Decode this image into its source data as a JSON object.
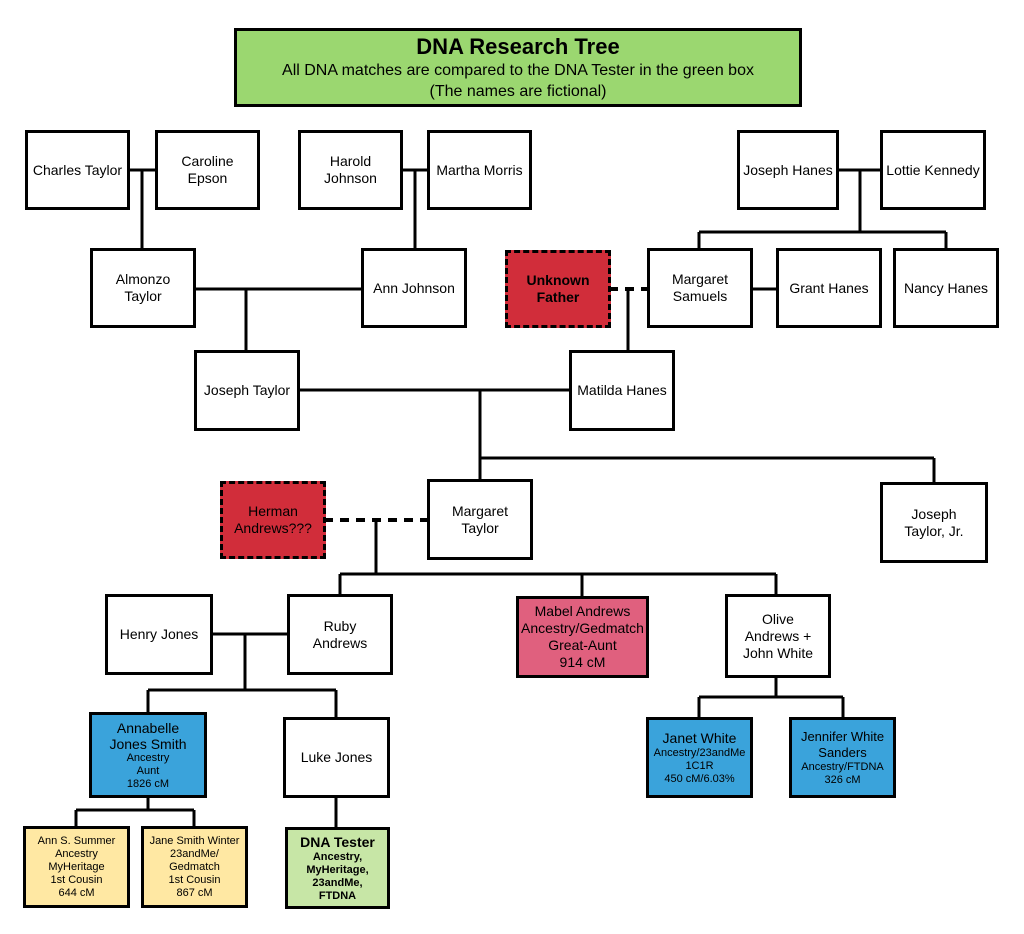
{
  "header": {
    "title": "DNA Research Tree",
    "subtitle": "All DNA matches are compared to the DNA Tester in the green box",
    "note": "(The names are fictional)"
  },
  "people": {
    "charles_taylor": "Charles Taylor",
    "caroline_epson": "Caroline Epson",
    "harold_johnson": "Harold Johnson",
    "martha_morris": "Martha Morris",
    "joseph_hanes": "Joseph Hanes",
    "lottie_kennedy": "Lottie Kennedy",
    "almonzo_taylor": "Almonzo Taylor",
    "ann_johnson": "Ann Johnson",
    "unknown_father": "Unknown Father",
    "margaret_samuels": "Margaret Samuels",
    "grant_hanes": "Grant Hanes",
    "nancy_hanes": "Nancy Hanes",
    "joseph_taylor": "Joseph Taylor",
    "matilda_hanes": "Matilda Hanes",
    "herman_andrews": "Herman Andrews???",
    "margaret_taylor": "Margaret Taylor",
    "joseph_taylor_jr": "Joseph Taylor, Jr.",
    "henry_jones": "Henry Jones",
    "ruby_andrews": "Ruby Andrews",
    "mabel_andrews": {
      "name": "Mabel Andrews",
      "sites": "Ancestry/Gedmatch",
      "relation": "Great-Aunt",
      "cm": "914 cM"
    },
    "olive_andrews": "Olive Andrews + John White",
    "annabelle": {
      "name": "Annabelle Jones Smith",
      "sites": "Ancestry",
      "relation": "Aunt",
      "cm": "1826 cM"
    },
    "luke_jones": "Luke Jones",
    "janet_white": {
      "name": "Janet White",
      "sites": "Ancestry/23andMe",
      "relation": "1C1R",
      "cm": "450 cM/6.03%"
    },
    "jennifer_white": {
      "name": "Jennifer White Sanders",
      "sites": "Ancestry/FTDNA",
      "cm": "326 cM"
    },
    "ann_summer": {
      "name": "Ann S. Summer",
      "sites1": "Ancestry",
      "sites2": "MyHeritage",
      "relation": "1st Cousin",
      "cm": "644 cM"
    },
    "jane_winter": {
      "name": "Jane Smith Winter",
      "sites1": "23andMe/",
      "sites2": "Gedmatch",
      "relation": "1st Cousin",
      "cm": "867 cM"
    },
    "dna_tester": {
      "name": "DNA Tester",
      "sites": "Ancestry, MyHeritage, 23andMe, FTDNA"
    }
  },
  "colors": {
    "title_bg": "#9bd770",
    "unknown": "#d12d3a",
    "great_aunt": "#e0607e",
    "match_blue": "#3aa3db",
    "cousin_yellow": "#ffe8a3",
    "tester_green": "#c7e6a6"
  }
}
